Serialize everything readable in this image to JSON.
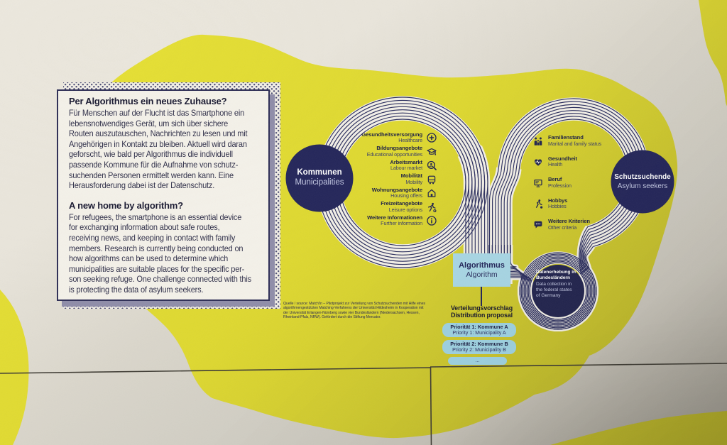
{
  "panel": {
    "title_de": "Per Algorithmus ein neues Zuhause?",
    "body_de": "Für Menschen auf der Flucht ist das Smartphone ein\nlebensnotwendiges Gerät, um sich über sichere\nRouten auszutauschen, Nachrichten zu lesen und mit\nAngehörigen in Kontakt zu bleiben. Aktuell wird daran\ngeforscht, wie bald per Algorithmus die individuell\npassende Kommune für die Aufnahme von schutz-\nsuchenden Personen ermittelt werden kann. Eine\nHerausforderung dabei ist der Datenschutz.",
    "title_en": "A new home by algorithm?",
    "body_en": "For refugees, the smartphone is an essential device\nfor exchanging information about safe routes,\nreceiving news, and keeping in contact with family\nmembers. Research is currently being conducted on\nhow algorithms can be used to determine which\nmunicipalities are suitable places for the specific per-\nson seeking refuge. One challenge connected with this\nis protecting the data of asylum seekers."
  },
  "diagram": {
    "municipalities": {
      "de": "Kommunen",
      "en": "Municipalities"
    },
    "asylum_seekers": {
      "de": "Schutzsuchende",
      "en": "Asylum seekers"
    },
    "data_collection": {
      "de": "Datenerhebung in\nBundesländern",
      "en": "Data collection in\nthe federal states\nof Germany"
    },
    "algorithm": {
      "de": "Algorithmus",
      "en": "Algorithm"
    },
    "proposal": {
      "de": "Verteilungsvorschlag",
      "en": "Distribution proposal"
    },
    "left_list": {
      "items": [
        {
          "de": "Gesundheitsversorgung",
          "en": "Healthcare",
          "icon": "healthcare-icon"
        },
        {
          "de": "Bildungsangebote",
          "en": "Educational opportunities",
          "icon": "education-icon"
        },
        {
          "de": "Arbeitsmarkt",
          "en": "Labour market",
          "icon": "labour-market-icon"
        },
        {
          "de": "Mobilität",
          "en": "Mobility",
          "icon": "mobility-icon"
        },
        {
          "de": "Wohnungsangebote",
          "en": "Housing offers",
          "icon": "housing-icon"
        },
        {
          "de": "Freizeitangebote",
          "en": "Leisure options",
          "icon": "leisure-icon"
        },
        {
          "de": "Weitere Informationen",
          "en": "Further information",
          "icon": "information-icon"
        }
      ]
    },
    "right_list": {
      "items": [
        {
          "de": "Familienstand",
          "en": "Marital and family status",
          "icon": "family-icon"
        },
        {
          "de": "Gesundheit",
          "en": "Health",
          "icon": "health-icon"
        },
        {
          "de": "Beruf",
          "en": "Profession",
          "icon": "profession-icon"
        },
        {
          "de": "Hobbys",
          "en": "Hobbies",
          "icon": "hobbies-icon"
        },
        {
          "de": "Weitere Kriterien",
          "en": "Other criteria",
          "icon": "other-criteria-icon"
        }
      ]
    },
    "pills": [
      {
        "de": "Priorität 1: Kommune A",
        "en": "Priority 1: Municipality A"
      },
      {
        "de": "Priorität 2: Kommune B",
        "en": "Priority 2: Municipality B"
      },
      {
        "more": "..."
      }
    ],
    "source": "Quelle / source: Match'In – Pilotprojekt zur Verteilung von Schutzsuchenden mit Hilfe eines\nalgorithmengestützten Matching-Verfahrens der Universität Hildesheim in Kooperation mit\nder Universität Erlangen-Nürnberg sowie vier Bundesländern (Niedersachsen, Hessen,\nRheinland-Pfalz, NRW). Gefördert durch die Stiftung Mercator."
  },
  "colors": {
    "wall": "#eae6db",
    "blob_yellow": "#e7e134",
    "navy": "#24265a",
    "line_navy": "#2b2e5e",
    "band_white": "#f2efe7",
    "light_blue": "#a9d8e6",
    "box_bg": "#f4f1e9",
    "box_shadow": "#8f8da9"
  }
}
